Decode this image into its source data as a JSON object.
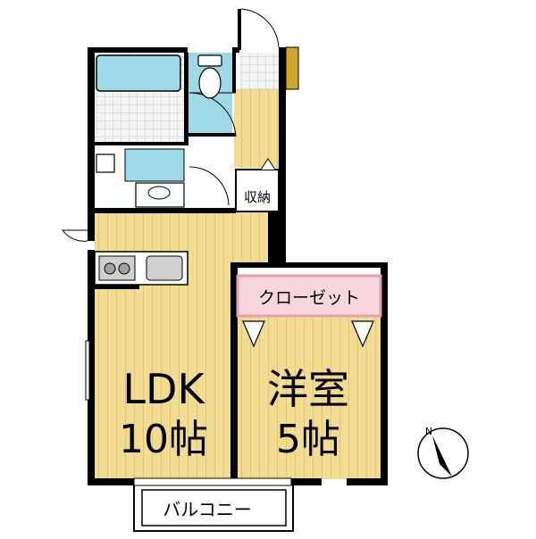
{
  "floorplan": {
    "rooms": {
      "ldk": {
        "name": "LDK",
        "size": "10帖"
      },
      "western_room": {
        "name": "洋室",
        "size": "5帖"
      },
      "storage": {
        "label": "収納"
      },
      "closet": {
        "label": "クローゼット"
      },
      "balcony": {
        "label": "バルコニー"
      }
    },
    "compass": {
      "north_label": "N"
    },
    "colors": {
      "wall": "#000000",
      "wood_floor": "#f1dc92",
      "wood_stripe": "#e2c677",
      "wet_area": "#9ed9e8",
      "tile_grid": "#c8c8c8",
      "closet_fill": "#f7d7dd",
      "closet_frame": "#e59fb0",
      "entrance_accent": "#d2a62a"
    }
  }
}
